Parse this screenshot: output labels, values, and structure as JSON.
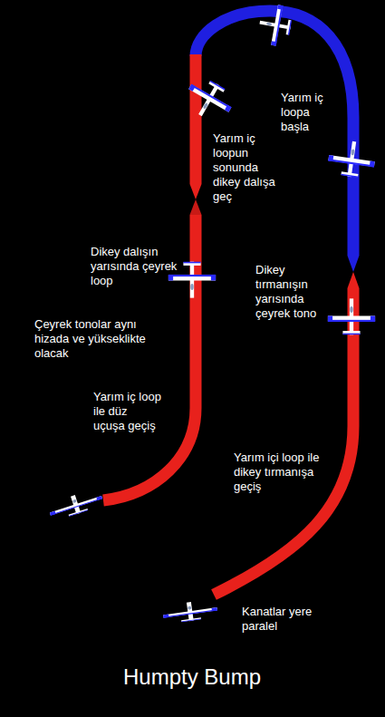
{
  "diagram": {
    "title": "Humpty Bump",
    "labels": [
      "Yarım iç loopa başla",
      "Yarım iç loopun sonunda dikey dalışa geç",
      "Dikey dalışın yarısında çeyrek loop",
      "Dikey tırmanışın yarısında çeyrek tono",
      "Çeyrek tonolar aynı hizada ve yükseklikte olacak",
      "Yarım iç loop ile düz uçuşa geçiş",
      "Yarım içi loop ile dikey tırmanışa geçiş",
      "Kanatlar yere paralel"
    ]
  }
}
